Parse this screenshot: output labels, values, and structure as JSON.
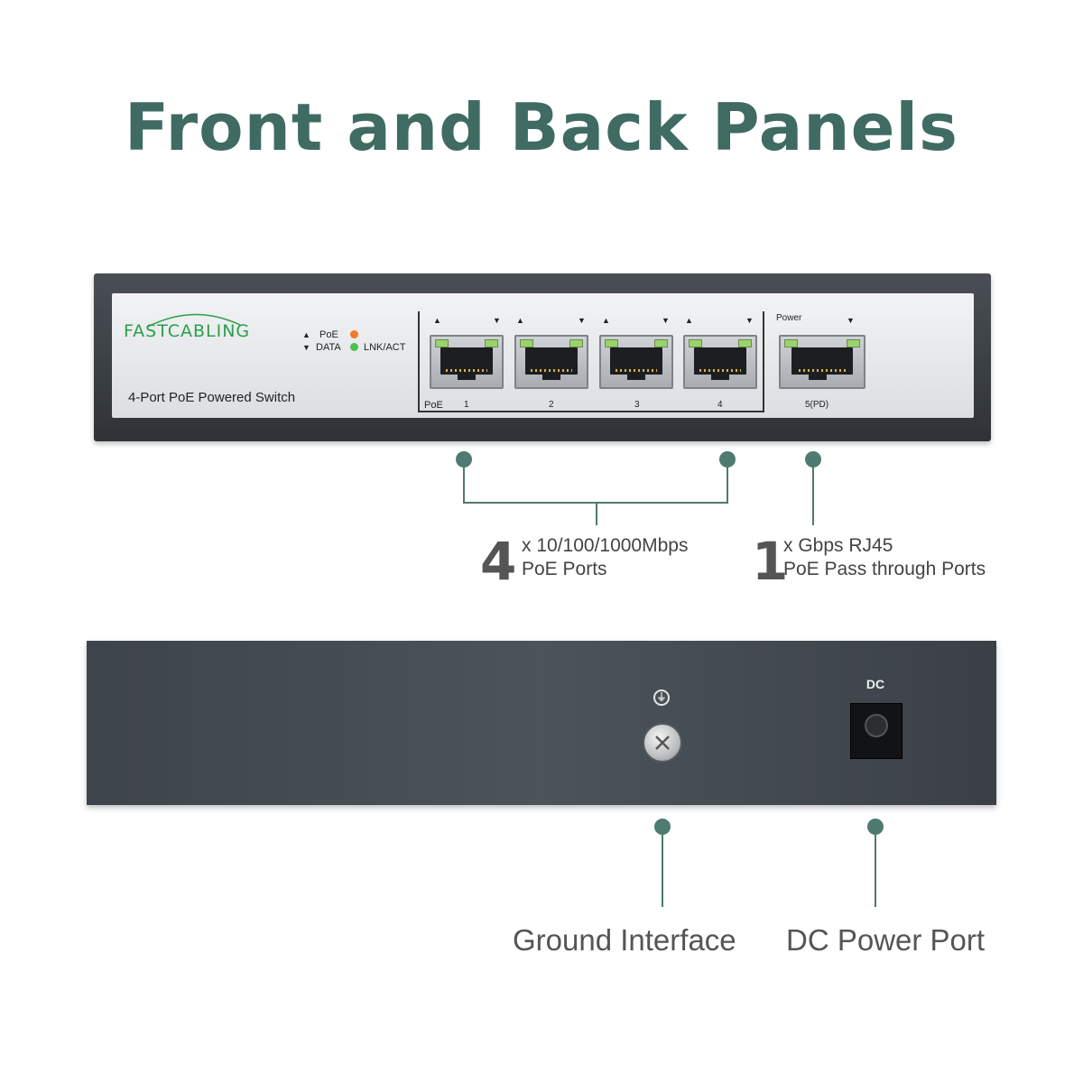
{
  "title": "Front and Back Panels",
  "front_panel": {
    "brand": "FASTCABLING",
    "model": "4-Port PoE Powered Switch",
    "led_legend": {
      "poe": "PoE",
      "data": "DATA",
      "lnk": "LNK/ACT",
      "poe_led_color": "#f07a2a",
      "lnk_led_color": "#4ec04e"
    },
    "poe_group_label": "PoE",
    "ports": [
      {
        "number": "1"
      },
      {
        "number": "2"
      },
      {
        "number": "3"
      },
      {
        "number": "4"
      }
    ],
    "uplink": {
      "top_label": "Power",
      "number": "5(PD)"
    }
  },
  "callouts": {
    "poe_ports": {
      "count": "4",
      "line1": "x 10/100/1000Mbps",
      "line2": "PoE Ports"
    },
    "passthrough": {
      "count": "1",
      "line1": "x Gbps RJ45",
      "line2": "PoE Pass through Ports"
    }
  },
  "back_panel": {
    "dc_label": "DC",
    "ground_label": "Ground Interface",
    "dc_port_label": "DC Power Port"
  },
  "accent_color": "#3f6b62"
}
